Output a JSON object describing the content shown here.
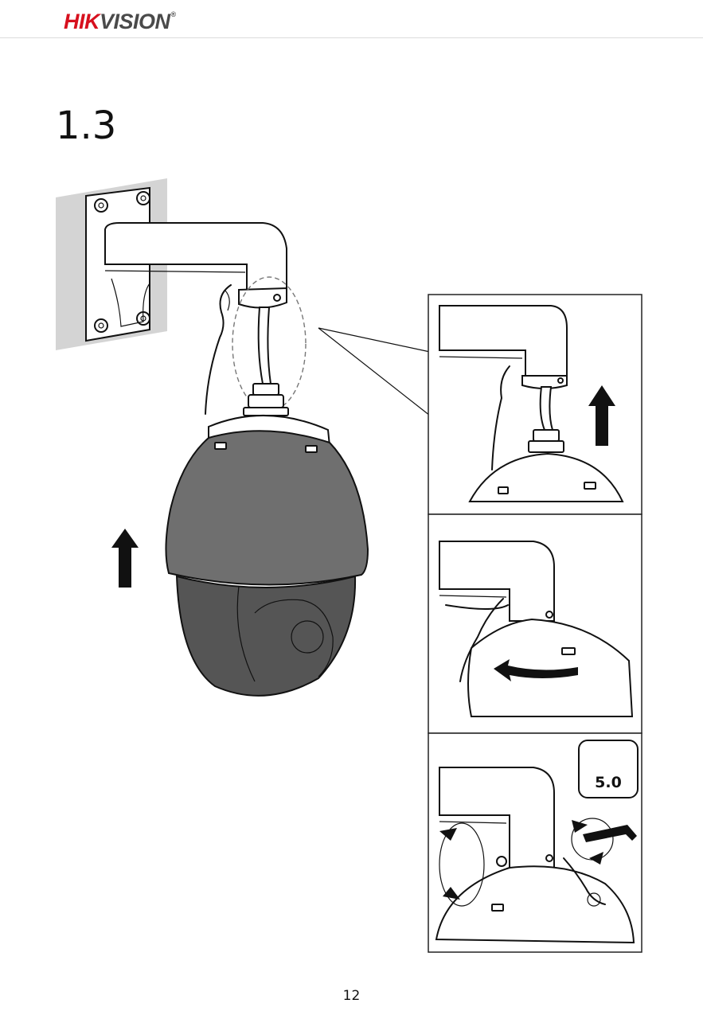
{
  "header": {
    "brand_red": "HIK",
    "brand_gray": "VISION",
    "brand_mark": "®"
  },
  "section": {
    "number": "1.3"
  },
  "tool": {
    "icon": "hex-key-icon",
    "size_label": "5.0"
  },
  "footer": {
    "page_number": "12"
  },
  "colors": {
    "brand_red": "#d7101e",
    "dome_gray": "#6f6f6f",
    "wall_gray": "#d4d4d4"
  }
}
